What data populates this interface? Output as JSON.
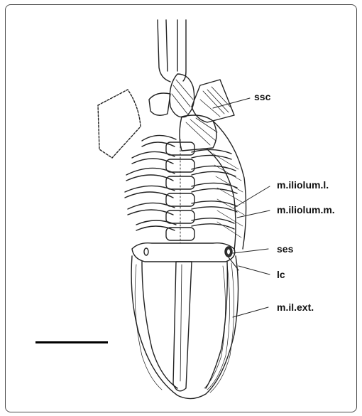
{
  "labels": {
    "ssc": "ssc",
    "iliolum_l": "m.iliolum.l.",
    "iliolum_m": "m.iliolum.m.",
    "ses": "ses",
    "lc": "lc",
    "il_ext": "m.il.ext."
  },
  "colors": {
    "ink": "#111111",
    "frame": "#4a4a4a",
    "background": "#ffffff"
  }
}
